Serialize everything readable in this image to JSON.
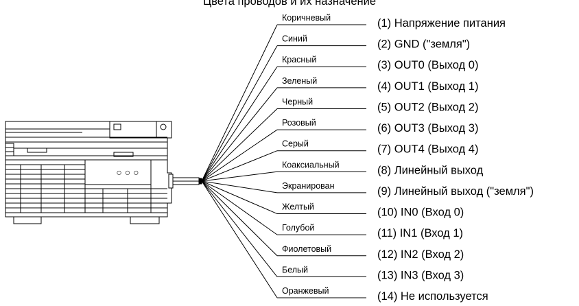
{
  "header": {
    "caption": "Цвета проводов и их назначение"
  },
  "device": {
    "indicator_symbols": "○ ○ ○"
  },
  "wires": [
    {
      "color_name": "Коричневый",
      "function": "(1) Напряжение питания"
    },
    {
      "color_name": "Синий",
      "function": "(2) GND (\"земля\")"
    },
    {
      "color_name": "Красный",
      "function": "(3) OUT0 (Выход 0)"
    },
    {
      "color_name": "Зеленый",
      "function": "(4) OUT1 (Выход 1)"
    },
    {
      "color_name": "Черный",
      "function": "(5) OUT2 (Выход 2)"
    },
    {
      "color_name": "Розовый",
      "function": "(6) OUT3 (Выход 3)"
    },
    {
      "color_name": "Серый",
      "function": "(7) OUT4 (Выход 4)"
    },
    {
      "color_name": "Коаксиальный",
      "function": "(8) Линейный выход"
    },
    {
      "color_name": "Экранирован",
      "function": "(9) Линейный выход (\"земля\")"
    },
    {
      "color_name": "Желтый",
      "function": "(10) IN0 (Вход 0)"
    },
    {
      "color_name": "Голубой",
      "function": "(11) IN1 (Вход 1)"
    },
    {
      "color_name": "Фиолетовый",
      "function": "(12) IN2 (Вход 2)"
    },
    {
      "color_name": "Белый",
      "function": "(13) IN3 (Вход 3)"
    },
    {
      "color_name": "Оранжевый",
      "function": "(14) Не используется"
    }
  ]
}
